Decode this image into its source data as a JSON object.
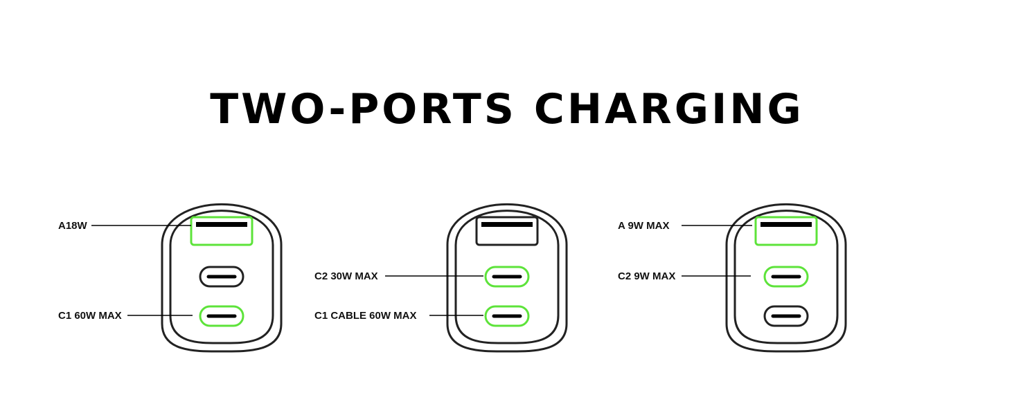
{
  "title": "TWO-PORTS CHARGING",
  "colors": {
    "active": "#5de33a",
    "inactive": "#222222",
    "outline": "#222222"
  },
  "chargers": [
    {
      "ports": {
        "A": true,
        "C2": false,
        "C1": true
      },
      "labels": [
        {
          "port": "A",
          "text": "A18W"
        },
        {
          "port": "C1",
          "text": "C1 60W MAX"
        }
      ]
    },
    {
      "ports": {
        "A": false,
        "C2": true,
        "C1": true
      },
      "labels": [
        {
          "port": "C2",
          "text": "C2 30W MAX"
        },
        {
          "port": "C1",
          "text": "C1 CABLE 60W MAX"
        }
      ]
    },
    {
      "ports": {
        "A": true,
        "C2": true,
        "C1": false
      },
      "labels": [
        {
          "port": "A",
          "text": "A 9W MAX"
        },
        {
          "port": "C2",
          "text": "C2 9W MAX"
        }
      ]
    }
  ]
}
